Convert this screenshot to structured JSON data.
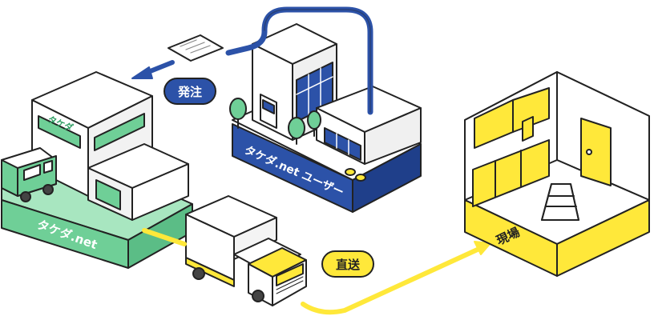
{
  "labels": {
    "takeda_net": "タケダ.net",
    "takeda_sign": "タケダ",
    "user_platform": "タケダ.net ユーザー",
    "order_badge": "発注",
    "direct_badge": "直送",
    "site": "現場"
  },
  "colors": {
    "green": "#6fcf97",
    "green_light": "#a8e6c0",
    "navy": "#2c52a8",
    "navy_dark": "#1f3f8a",
    "yellow": "#ffe83a",
    "outline": "#222222"
  },
  "icons": [
    "paper-document-icon",
    "arrow-left-icon",
    "arrow-right-icon",
    "truck-icon",
    "van-icon",
    "stepladder-icon",
    "door-icon",
    "tree-icon"
  ]
}
